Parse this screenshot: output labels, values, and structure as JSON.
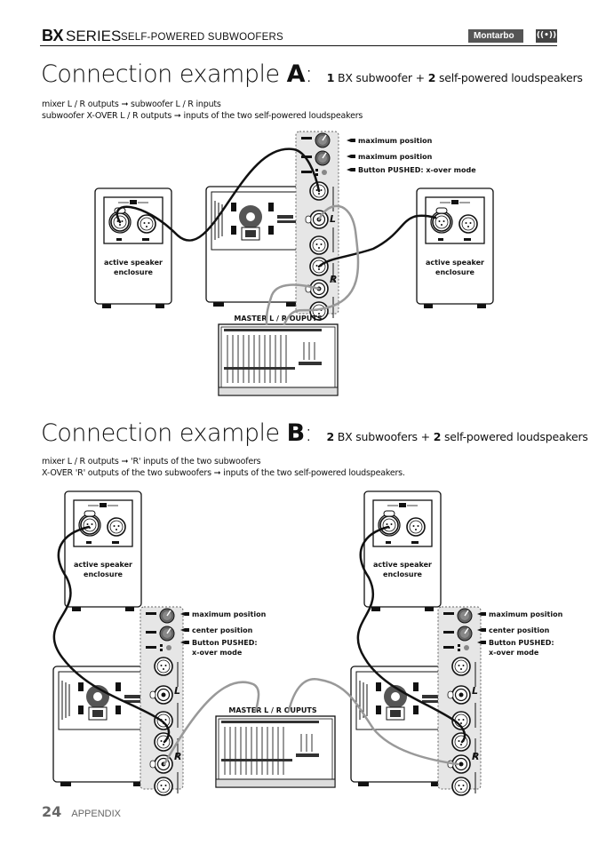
{
  "header": {
    "series_bold": "BX",
    "series_light": "SERIES",
    "subtitle": "SELF-POWERED SUBWOOFERS",
    "brand": "Montarbo",
    "brand_icon": "((•))"
  },
  "section_a": {
    "title": "Connection example ",
    "letter": "A",
    "colon": ":",
    "subtitle_n1": "1",
    "subtitle_t1": " BX subwoofer + ",
    "subtitle_n2": "2",
    "subtitle_t2": " self-powered loudspeakers",
    "desc": [
      "mixer L / R outputs ➞ subwoofer L / R inputs",
      "subwoofer X-OVER L / R outputs ➞ inputs of the two self-powered loudspeakers"
    ],
    "annotations": [
      "maximum position",
      "maximum position",
      "Button PUSHED: x-over mode"
    ],
    "speaker_label_1": "active speaker",
    "speaker_label_2": "enclosure",
    "mixer_label": "MASTER L / R OUPUTS",
    "panel_L": "L",
    "panel_R": "R"
  },
  "section_b": {
    "title": "Connection example ",
    "letter": "B",
    "colon": ":",
    "subtitle_n1": "2",
    "subtitle_t1": " BX subwoofers + ",
    "subtitle_n2": "2",
    "subtitle_t2": " self-powered loudspeakers",
    "desc": [
      "mixer L / R outputs ➞ 'R' inputs of the two subwoofers",
      "X-OVER 'R' outputs of the two subwoofers ➞ inputs of the two self-powered loudspeakers."
    ],
    "annotations": [
      "maximum position",
      "center position",
      "Button PUSHED:",
      "x-over mode"
    ],
    "speaker_label_1": "active speaker",
    "speaker_label_2": "enclosure",
    "mixer_label": "MASTER L / R OUPUTS",
    "panel_L": "L",
    "panel_R": "R"
  },
  "footer": {
    "page_number": "24",
    "section": "APPENDIX"
  }
}
